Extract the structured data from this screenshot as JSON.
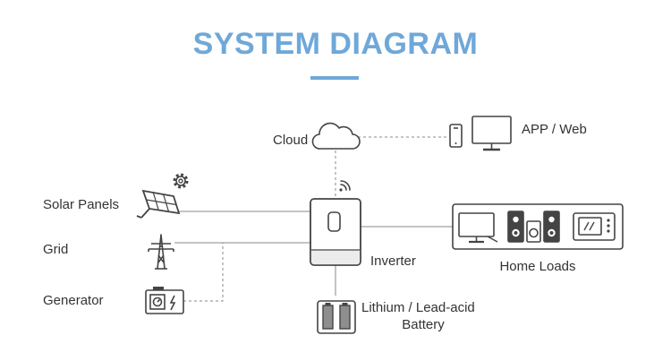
{
  "title": "SYSTEM DIAGRAM",
  "colors": {
    "title": "#6fa8d8",
    "line": "#888888",
    "icon": "#444444"
  },
  "nodes": {
    "cloud": "Cloud",
    "app_web": "APP / Web",
    "solar_panels": "Solar Panels",
    "grid": "Grid",
    "generator": "Generator",
    "inverter": "Inverter",
    "battery_line1": "Lithium / Lead-acid",
    "battery_line2": "Battery",
    "home_loads": "Home Loads"
  },
  "icons": [
    "cloud-icon",
    "phone-icon",
    "monitor-icon",
    "wifi-icon",
    "gear-icon",
    "solar-panel-icon",
    "transmission-tower-icon",
    "generator-icon",
    "inverter-icon",
    "battery-icon",
    "tv-icon",
    "speakers-icon",
    "microwave-icon"
  ]
}
